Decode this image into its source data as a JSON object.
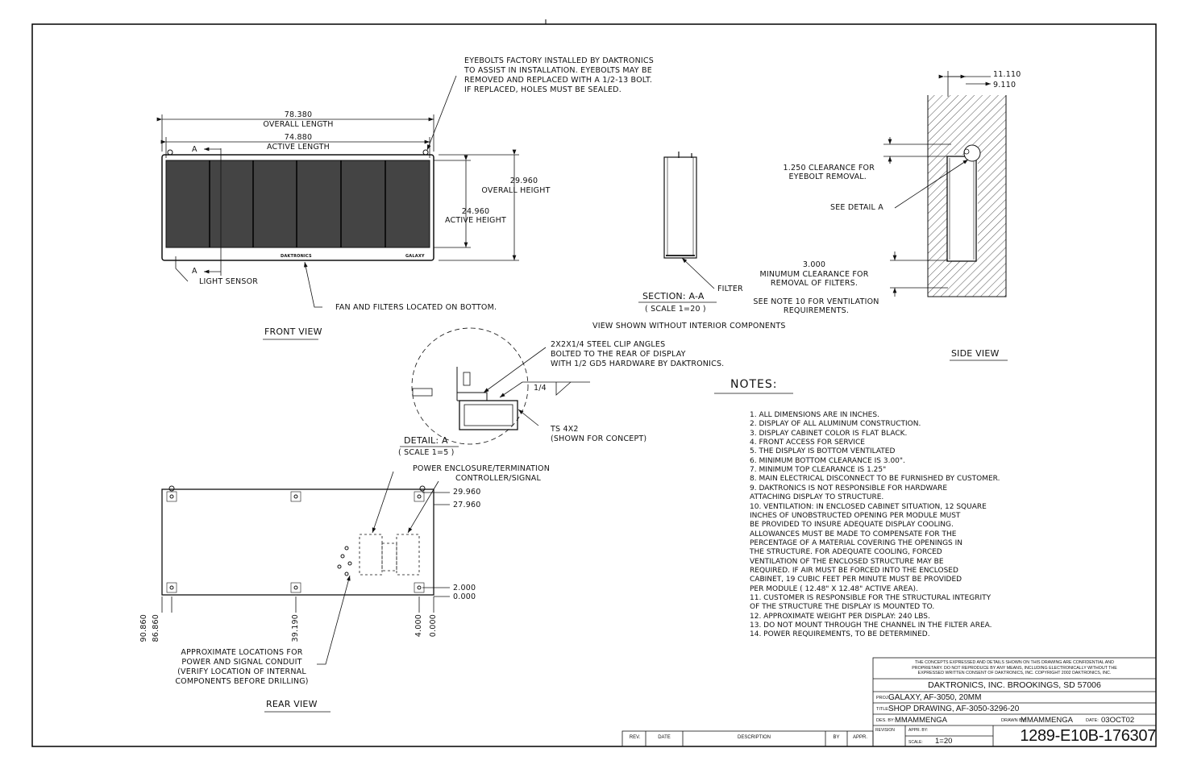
{
  "front_view": {
    "title": "FRONT VIEW",
    "eyebolt_note": [
      "EYEBOLTS FACTORY INSTALLED BY DAKTRONICS",
      "TO ASSIST IN INSTALLATION. EYEBOLTS MAY BE",
      "REMOVED AND REPLACED WITH A 1/2-13 BOLT.",
      "IF REPLACED, HOLES MUST BE SEALED."
    ],
    "overall_length_value": "78.380",
    "overall_length_label": "OVERALL LENGTH",
    "active_length_value": "74.880",
    "active_length_label": "ACTIVE LENGTH",
    "overall_height_value": "29.960",
    "overall_height_label": "OVERALL HEIGHT",
    "active_height_value": "24.960",
    "active_height_label": "ACTIVE HEIGHT",
    "section_marker": "A",
    "brand_label": "DAKTRONICS",
    "model_label": "GALAXY",
    "light_sensor": "LIGHT SENSOR",
    "fan_note": "FAN AND FILTERS LOCATED ON BOTTOM."
  },
  "section": {
    "title": "SECTION: A-A",
    "scale": "( SCALE 1=20 )",
    "filter_label": "FILTER",
    "note": "VIEW SHOWN WITHOUT INTERIOR COMPONENTS"
  },
  "side_view": {
    "title": "SIDE VIEW",
    "dim_11110": "11.110",
    "dim_9110": "9.110",
    "clearance_top": [
      "1.250 CLEARANCE FOR",
      "EYEBOLT REMOVAL."
    ],
    "detail_ref": "SEE DETAIL A",
    "clearance_bottom": [
      "3.000",
      "MINUMUM CLEARANCE FOR",
      "REMOVAL OF FILTERS."
    ],
    "ventilation_ref": [
      "SEE NOTE 10 FOR VENTILATION",
      "REQUIREMENTS."
    ]
  },
  "detail_a": {
    "title": "DETAIL: A",
    "scale": "( SCALE 1=5 )",
    "clip_note": [
      "2X2X1/4 STEEL CLIP ANGLES",
      "BOLTED TO THE REAR OF DISPLAY",
      "WITH 1/2 GD5 HARDWARE BY DAKTRONICS."
    ],
    "weld": "1/4",
    "tube_note": [
      "TS 4X2",
      "(SHOWN FOR CONCEPT)"
    ]
  },
  "rear_view": {
    "title": "REAR VIEW",
    "power_label": "POWER ENCLOSURE/TERMINATION",
    "signal_label": "CONTROLLER/SIGNAL",
    "dims_right": [
      "29.960",
      "27.960",
      "2.000",
      "0.000"
    ],
    "dims_bottom": [
      "90.860",
      "86.860",
      "39.190",
      "4.000",
      "0.000"
    ],
    "conduit_note": [
      "APPROXIMATE LOCATIONS FOR",
      "POWER AND SIGNAL CONDUIT",
      "(VERIFY LOCATION OF INTERNAL",
      "COMPONENTS BEFORE DRILLING)"
    ]
  },
  "notes": {
    "heading": "NOTES:",
    "lines": [
      "1.   ALL DIMENSIONS ARE IN INCHES.",
      "2.   DISPLAY OF ALL ALUMINUM CONSTRUCTION.",
      "3.   DISPLAY CABINET COLOR IS FLAT BLACK.",
      "4.   FRONT ACCESS FOR SERVICE",
      "5.   THE DISPLAY IS BOTTOM VENTILATED",
      "6.   MINIMUM BOTTOM CLEARANCE IS 3.00\".",
      "7.   MINIMUM TOP CLEARANCE IS 1.25\"",
      "8.   MAIN ELECTRICAL DISCONNECT TO BE FURNISHED BY CUSTOMER.",
      "9.   DAKTRONICS IS NOT RESPONSIBLE FOR HARDWARE",
      "      ATTACHING DISPLAY TO STRUCTURE.",
      "10. VENTILATION: IN ENCLOSED CABINET SITUATION, 12 SQUARE",
      "      INCHES OF UNOBSTRUCTED OPENING PER MODULE MUST",
      "      BE PROVIDED TO INSURE ADEQUATE DISPLAY COOLING.",
      "      ALLOWANCES MUST BE MADE TO COMPENSATE FOR THE",
      "      PERCENTAGE OF A MATERIAL COVERING THE OPENINGS IN",
      "      THE STRUCTURE.  FOR ADEQUATE COOLING, FORCED",
      "      VENTILATION OF THE ENCLOSED STRUCTURE MAY BE",
      "      REQUIRED.  IF AIR MUST BE FORCED INTO THE ENCLOSED",
      "      CABINET, 19 CUBIC FEET PER MINUTE MUST BE PROVIDED",
      "      PER MODULE ( 12.48\" X 12.48\" ACTIVE AREA).",
      "11. CUSTOMER IS RESPONSIBLE FOR THE STRUCTURAL INTEGRITY",
      "      OF THE STRUCTURE THE DISPLAY IS MOUNTED TO.",
      "12. APPROXIMATE WEIGHT PER DISPLAY: 240 LBS.",
      "13. DO NOT MOUNT THROUGH THE CHANNEL IN THE FILTER AREA.",
      "14. POWER REQUIREMENTS,   TO BE DETERMINED."
    ]
  },
  "revision_block": {
    "rev": "REV.",
    "date": "DATE",
    "description": "DESCRIPTION",
    "by": "BY",
    "appr": "APPR."
  },
  "title_block": {
    "confidential": [
      "THE CONCEPTS EXPRESSED AND DETAILS SHOWN ON THIS DRAWING ARE CONFIDENTIAL AND",
      "PROPRIETARY. DO NOT REPRODUCE BY ANY MEANS, INCLUDING ELECTRONICALLY WITHOUT THE",
      "EXPRESSED WRITTEN CONSENT OF DAKTRONICS, INC.          COPYRIGHT 2002 DAKTRONICS, INC."
    ],
    "company": "DAKTRONICS, INC.   BROOKINGS, SD  57006",
    "proj_label": "PROJ:",
    "proj": "GALAXY, AF-3050, 20MM",
    "title_label": "TITLE:",
    "title": "SHOP DRAWING, AF-3050-3296-20",
    "des_label": "DES. BY:",
    "des": "MMAMMENGA",
    "drawn_label": "DRAWN BY:",
    "drawn": "MMAMMENGA",
    "date_label": "DATE:",
    "date": "03OCT02",
    "revision_label": "REVISION",
    "appr_label": "APPR. BY:",
    "scale_label": "SCALE:",
    "scale": "1=20",
    "drawing_number": "1289-E10B-176307"
  }
}
